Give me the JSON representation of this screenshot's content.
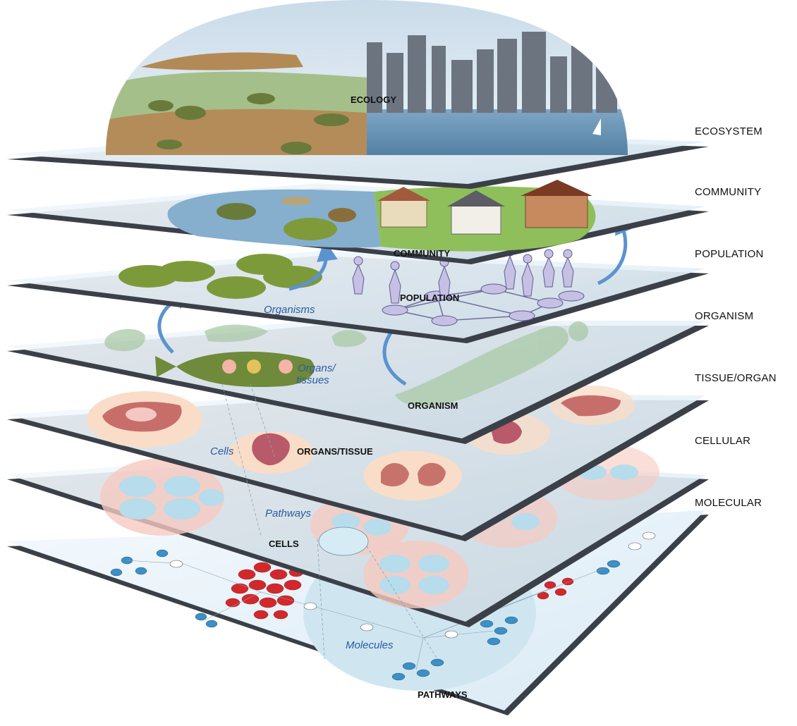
{
  "levels": [
    "ECOSYSTEM",
    "COMMUNITY",
    "POPULATION",
    "ORGANISM",
    "TISSUE/ORGAN",
    "CELLULAR",
    "MOLECULAR"
  ],
  "plane_labels": {
    "ecology": "ECOLOGY",
    "community": "COMMUNITY",
    "population": "POPULATION",
    "organism": "ORGANISM",
    "organs_tissue": "ORGANS/TISSUE",
    "cells": "CELLS",
    "pathways": "PATHWAYS"
  },
  "flow_labels": {
    "organisms": "Organisms",
    "organs_line1": "Organs/",
    "organs_line2": "tissues",
    "cells": "Cells",
    "pathways": "Pathways",
    "molecules": "Molecules"
  },
  "colors": {
    "plane_fill": "#e9f3fa",
    "plane_edge": "#3b4048",
    "arrow": "#5b93cf",
    "cell_pink": "#f6c9c0",
    "cell_blue": "#b7dceb",
    "network_red": "#d3282b",
    "network_blue": "#3d8fc4"
  }
}
